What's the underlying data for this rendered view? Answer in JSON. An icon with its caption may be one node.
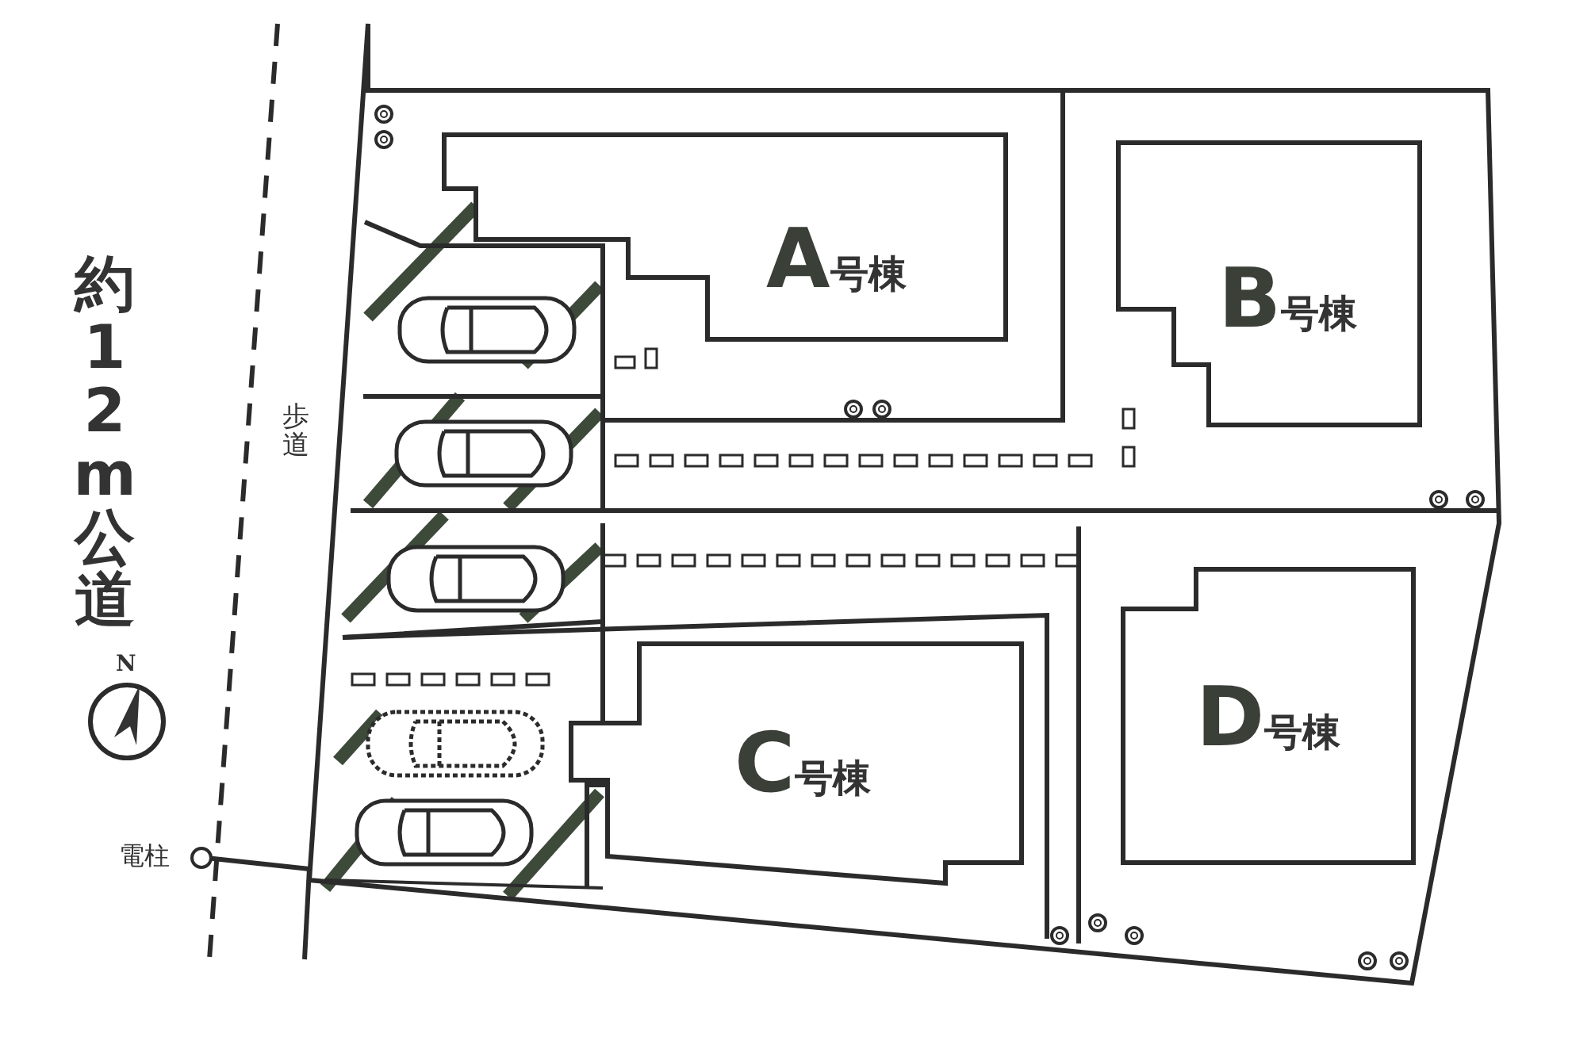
{
  "diagram": {
    "nodes": [
      {
        "text": [
          "A号棟"
        ]
      },
      {
        "text": [
          "B号棟"
        ]
      },
      {
        "text": [
          "C号棟"
        ]
      },
      {
        "text": [
          "D号棟"
        ]
      }
    ],
    "labels": [
      "約12m公道",
      "歩道",
      "N",
      "電柱"
    ]
  }
}
